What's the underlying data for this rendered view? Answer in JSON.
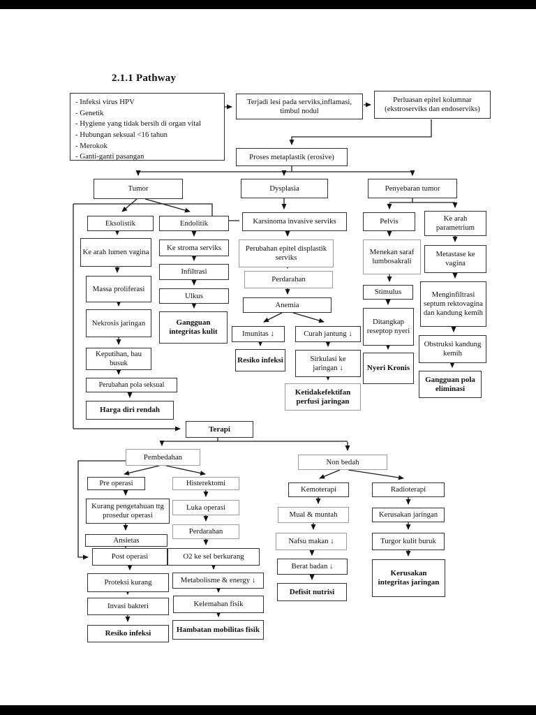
{
  "page": {
    "title": "2.1.1 Pathway"
  },
  "nodes": {
    "risk_factors": "- Infeksi virus HPV\n- Genetik\n- Hygiene yang tidak bersih di organ vital\n- Hubungan seksual <16 tahun\n- Merokok\n- Ganti-ganti pasangan",
    "lesi": "Terjadi lesi pada serviks,inflamasi, timbul nodul",
    "perluasan": "Perluasan epitel kolumnar (ekstroserviks dan endoserviks)",
    "metaplastik": "Proses metaplastik (erosive)",
    "tumor": "Tumor",
    "dysplasia": "Dysplasia",
    "penyebaran": "Penyebaran tumor",
    "eksolistik": "Eksolistik",
    "endolitik": "Endolitik",
    "lumen": "Ke arah lumen vagina",
    "massa": "Massa proliferasi",
    "nekrosis": "Nekrosis jaringan",
    "keputihan": "Keputihan, bau busuk",
    "pola_seksual": "Perubahan pola seksual",
    "harga_diri": "Harga diri rendah",
    "stroma": "Ke stroma serviks",
    "infiltrasi": "Infiltrasi",
    "ulkus": "Ulkus",
    "gangguan_kulit": "Gangguan integritas kulit",
    "karsinoma": "Karsinoma invasive serviks",
    "perubahan_epitel": "Perubahan epitel displastik serviks",
    "perdarahan_mid": "Perdarahan",
    "anemia": "Anemia",
    "imunitas": "Imunitas ↓",
    "curah": "Curah jantung ↓",
    "resiko_infeksi_mid": "Resiko infeksi",
    "sirkulasi": "Sirkulasi ke jaringan ↓",
    "ketidakefektifan": "Ketidakefektifan perfusi jaringan",
    "pelvis": "Pelvis",
    "ke_arah_param": "Ke arah parametrium",
    "menekan": "Menekan saraf lumbosakrali",
    "stimulus": "Stimulus",
    "ditangkap": "Ditangkap reseptop nyeri",
    "nyeri_kronis": "Nyeri Kronis",
    "metastase": "Metastase ke vagina",
    "menginfiltrasi": "Menginfiltrasi septum rektovagina dan kandung kemih",
    "obstruksi": "Obstruksi kandung kemih",
    "gangguan_eliminasi": "Gangguan pola eliminasi",
    "terapi": "Terapi",
    "pembedahan": "Pembedahan",
    "non_bedah": "Non bedah",
    "pre_operasi": "Pre operasi",
    "histerektomi": "Histerektomi",
    "kurang_pengetahuan": "Kurang pengetahuan ttg prosedur operasi",
    "luka_operasi": "Luka operasi",
    "perdarahan_post": "Perdarahan",
    "ansietas": "Ansietas",
    "post_operasi": "Post operasi",
    "o2": "O2 ke sel berkurang",
    "proteksi": "Proteksi kurang",
    "metabolisme": "Metabolisme & energy ↓",
    "invasi": "Invasi bakteri",
    "kelemahan": "Kelemahan fisik",
    "resiko_infeksi_post": "Resiko infeksi",
    "hambatan": "Hambatan mobilitas fisik",
    "kemoterapi": "Kemoterapi",
    "radioterapi": "Radioterapi",
    "mual": "Mual & muntah",
    "nafsu": "Nafsu makan ↓",
    "berat": "Berat badan ↓",
    "defisit": "Defisit nutrisi",
    "kerusakan_jaringan": "Kerusakan jaringan",
    "turgor": "Turgor kulit buruk",
    "kerusakan_integritas": "Kerusakan integritas jaringan"
  },
  "edges": [
    "risk_factors>lesi",
    "lesi>perluasan",
    "perluasan>metaplastik",
    "metaplastik>tumor",
    "metaplastik>dysplasia",
    "metaplastik>penyebaran",
    "tumor>eksolistik",
    "tumor>endolitik",
    "tumor>karsinoma",
    "eksolistik>lumen",
    "lumen>massa",
    "massa>nekrosis",
    "nekrosis>keputihan",
    "keputihan>pola_seksual",
    "pola_seksual>harga_diri",
    "endolitik>stroma",
    "stroma>infiltrasi",
    "infiltrasi>ulkus",
    "ulkus>gangguan_kulit",
    "dysplasia>karsinoma",
    "karsinoma>perubahan_epitel",
    "perubahan_epitel>perdarahan_mid",
    "perdarahan_mid>anemia",
    "anemia>imunitas",
    "anemia>curah",
    "imunitas>resiko_infeksi_mid",
    "curah>sirkulasi",
    "sirkulasi>ketidakefektifan",
    "penyebaran>pelvis",
    "penyebaran>ke_arah_param",
    "pelvis>menekan",
    "menekan>stimulus",
    "stimulus>ditangkap",
    "ditangkap>nyeri_kronis",
    "ke_arah_param>metastase",
    "metastase>menginfiltrasi",
    "menginfiltrasi>obstruksi",
    "obstruksi>gangguan_eliminasi",
    "left_outcomes>terapi",
    "terapi>pembedahan",
    "terapi>non_bedah",
    "pembedahan>pre_operasi",
    "pembedahan>histerektomi",
    "pembedahan>post_operasi",
    "pre_operasi>kurang_pengetahuan",
    "kurang_pengetahuan>ansietas",
    "ansietas>post_operasi",
    "post_operasi>proteksi",
    "proteksi>invasi",
    "invasi>resiko_infeksi_post",
    "histerektomi>luka_operasi",
    "luka_operasi>perdarahan_post",
    "perdarahan_post>o2",
    "o2>metabolisme",
    "metabolisme>kelemahan",
    "kelemahan>hambatan",
    "non_bedah>kemoterapi",
    "non_bedah>radioterapi",
    "kemoterapi>mual",
    "mual>nafsu",
    "nafsu>berat",
    "berat>defisit",
    "radioterapi>kerusakan_jaringan",
    "kerusakan_jaringan>turgor",
    "turgor>kerusakan_integritas"
  ]
}
